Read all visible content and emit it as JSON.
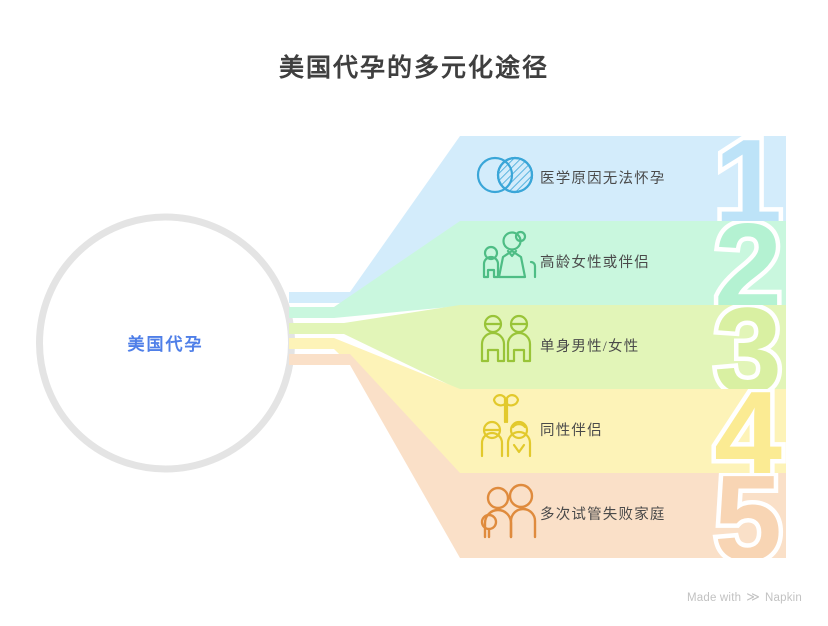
{
  "title": "美国代孕的多元化途径",
  "hub": {
    "label": "美国代孕",
    "text_color": "#4f7fe8",
    "ring_color": "#e4e4e4"
  },
  "rows": [
    {
      "number": "1",
      "label": "医学原因无法怀孕",
      "icon": "overlapping-circles-icon",
      "band_color": "#d3ecfb",
      "icon_color": "#3aa6d8",
      "number_color": "#d3ecfb"
    },
    {
      "number": "2",
      "label": "高龄女性或伴侣",
      "icon": "elderly-woman-and-child-icon",
      "band_color": "#c9f7de",
      "icon_color": "#4ebd85",
      "number_color": "#c9f7de"
    },
    {
      "number": "3",
      "label": "单身男性/女性",
      "icon": "two-people-icon",
      "band_color": "#e2f5b8",
      "icon_color": "#99c438",
      "number_color": "#e2f5b8"
    },
    {
      "number": "4",
      "label": "同性伴侣",
      "icon": "couple-with-heart-icon",
      "band_color": "#fdf3b8",
      "icon_color": "#e2c92c",
      "number_color": "#fdf3b8"
    },
    {
      "number": "5",
      "label": "多次试管失败家庭",
      "icon": "family-with-child-icon",
      "band_color": "#fae0c8",
      "icon_color": "#df8b3d",
      "number_color": "#fae0c8"
    }
  ],
  "footer": {
    "made_with": "Made with",
    "brand": "Napkin",
    "mark": "≫"
  }
}
